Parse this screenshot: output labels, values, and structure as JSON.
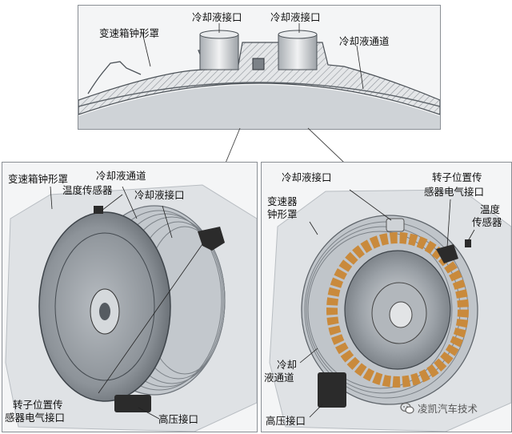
{
  "top": {
    "housing": "变速箱钟形罩",
    "port_left": "冷却液接口",
    "port_right": "冷却液接口",
    "channel": "冷却液通道"
  },
  "left": {
    "housing": "变速箱钟形罩",
    "channel": "冷却液通道",
    "temp_sensor": "温度传感器",
    "port": "冷却液接口",
    "rotor_line1": "转子位置传",
    "rotor_line2": "感器电气接口",
    "hv": "高压接口"
  },
  "right": {
    "port": "冷却液接口",
    "housing_line1": "变速器",
    "housing_line2": "钟形罩",
    "rotor_line1": "转子位置传",
    "rotor_line2": "感器电气接口",
    "temp_line1": "温度",
    "temp_line2": "传感器",
    "channel_line1": "冷却",
    "channel_line2": "液通道",
    "hv": "高压接口"
  },
  "watermark": "凌凯汽车技术",
  "colors": {
    "metal": "#c9ced3",
    "metal_dark": "#6f757b",
    "hatch": "#9aa0a6",
    "winding": "#c98a3c",
    "connector": "#2b2b2b"
  }
}
